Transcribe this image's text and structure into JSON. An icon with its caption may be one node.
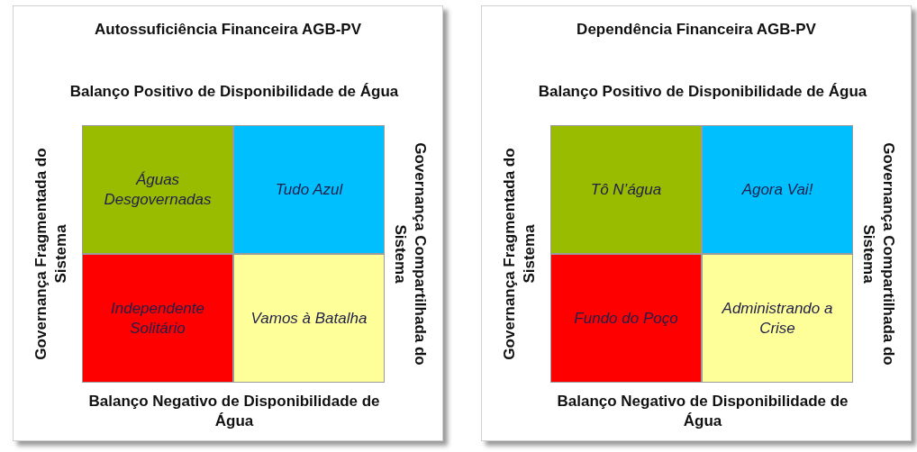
{
  "diagram": {
    "nodes": [
      {
        "text": [
          "Autossuficiência Financeira AGB-PV",
          "Balanço Positivo de Disponibilidade de Água",
          "Governança Fragmentada do Sistema",
          "Governança Compartilhada do Sistema",
          "Balanço Negativo de Disponibilidade de Água"
        ]
      },
      {
        "text": [
          "Águas Desgovernadas"
        ],
        "in": 0
      },
      {
        "text": [
          "Tudo Azul"
        ],
        "in": 0
      },
      {
        "text": [
          "Independente Solitário"
        ],
        "in": 0
      },
      {
        "text": [
          "Vamos à Batalha"
        ],
        "in": 0
      },
      {
        "text": [
          "Dependência Financeira AGB-PV",
          "Balanço Positivo de Disponibilidade de Água",
          "Governança Fragmentada do Sistema",
          "Governança Compartilhada do Sistema",
          "Balanço Negativo de Disponibilidade de Água"
        ]
      },
      {
        "text": [
          "Tô N’água"
        ],
        "in": 5
      },
      {
        "text": [
          "Agora Vai!"
        ],
        "in": 5
      },
      {
        "text": [
          "Fundo do Poço"
        ],
        "in": 5
      },
      {
        "text": [
          "Administrando a Crise"
        ],
        "in": 5
      }
    ]
  }
}
